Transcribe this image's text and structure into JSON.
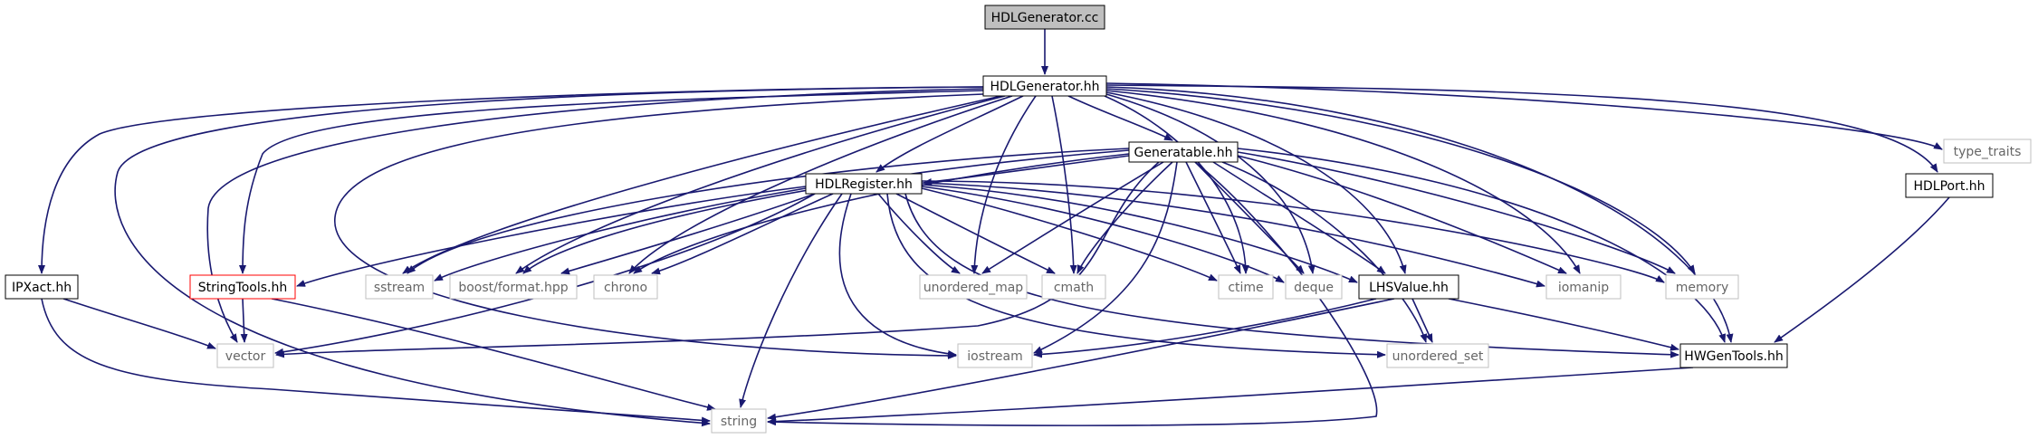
{
  "colors": {
    "edge": "#191970",
    "root_fill": "#bfbfbf",
    "node_border": "#000000",
    "external_border": "#bfbfbf",
    "highlight_border": "#ff0000",
    "external_text": "#666666",
    "text": "#000000"
  },
  "nodes": {
    "hdlgenerator_cc": "HDLGenerator.cc",
    "hdlgenerator_hh": "HDLGenerator.hh",
    "generatable_hh": "Generatable.hh",
    "hdlregister_hh": "HDLRegister.hh",
    "ipxact_hh": "IPXact.hh",
    "stringtools_hh": "StringTools.hh",
    "sstream": "sstream",
    "boost_format": "boost/format.hpp",
    "chrono": "chrono",
    "unordered_map": "unordered_map",
    "cmath": "cmath",
    "ctime": "ctime",
    "deque": "deque",
    "lhsvalue_hh": "LHSValue.hh",
    "iomanip": "iomanip",
    "memory": "memory",
    "hdlport_hh": "HDLPort.hh",
    "type_traits": "type_traits",
    "vector": "vector",
    "iostream": "iostream",
    "unordered_set": "unordered_set",
    "hwgentools_hh": "HWGenTools.hh",
    "string": "string"
  }
}
